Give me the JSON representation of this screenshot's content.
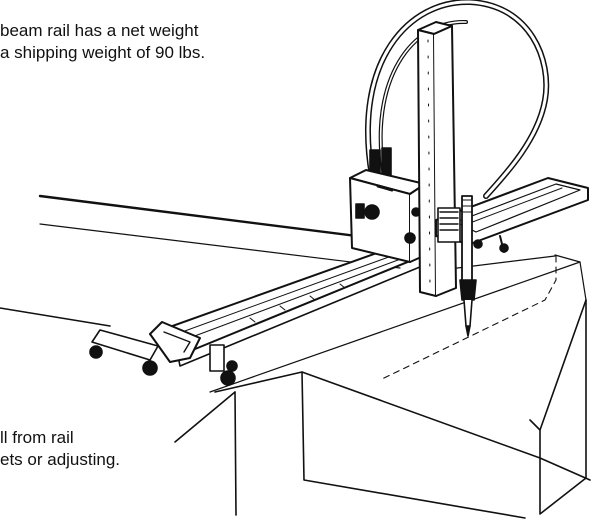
{
  "caption_top": {
    "line1": "beam rail has a net weight",
    "line2": "a shipping weight of 90 lbs."
  },
  "caption_bottom": {
    "line1": "ll from rail",
    "line2": "ets or adjusting."
  },
  "colors": {
    "ink": "#111111",
    "paper": "#ffffff"
  }
}
